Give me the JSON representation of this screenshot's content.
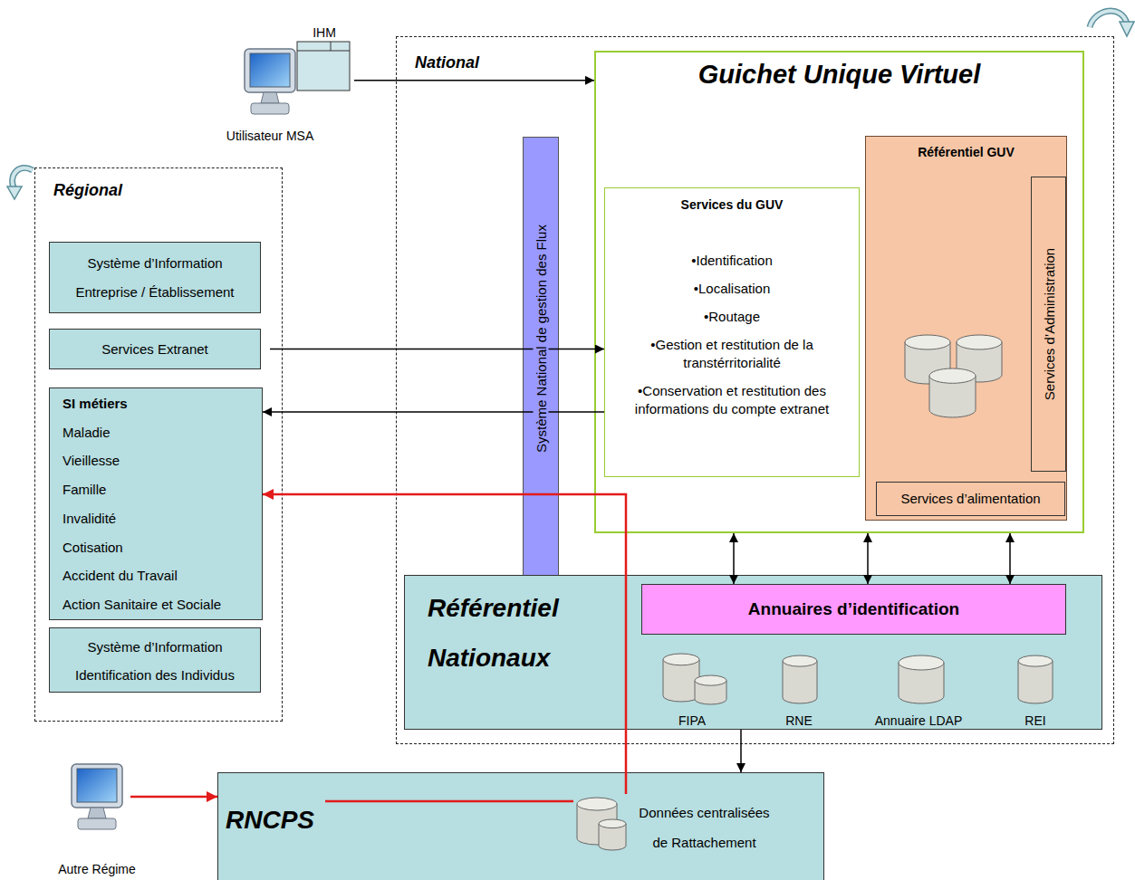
{
  "diagram": {
    "nodes": [
      {
        "text": [
          "National"
        ]
      },
      {
        "text": [
          "Guichet Unique Virtuel"
        ],
        "in": 0
      },
      {
        "text": [
          "Services du GUV",
          "•Identification",
          "•Localisation",
          "•Routage",
          "•Gestion et restitution de la transtérritorialité",
          "•Conservation et restitution des informations du compte extranet"
        ],
        "in": 1
      },
      {
        "text": [
          "Référentiel GUV"
        ],
        "in": 1
      },
      {
        "text": [
          "Services d’Administration"
        ],
        "in": 3
      },
      {
        "text": [
          "Services d’alimentation"
        ],
        "in": 3
      },
      {
        "text": [
          "Système National de gestion des Flux"
        ],
        "in": 0
      },
      {
        "text": [
          "Référentiel Nationaux"
        ],
        "in": 0
      },
      {
        "text": [
          "Annuaires d’identification"
        ],
        "in": 7
      },
      {
        "text": [
          "FIPA"
        ],
        "in": 7
      },
      {
        "text": [
          "RNE"
        ],
        "in": 7
      },
      {
        "text": [
          "Annuaire LDAP"
        ],
        "in": 7
      },
      {
        "text": [
          "REI"
        ],
        "in": 7
      },
      {
        "text": [
          "Régional"
        ]
      },
      {
        "text": [
          "Système d’Information Entreprise / Établissement"
        ],
        "in": 13
      },
      {
        "text": [
          "Services Extranet"
        ],
        "in": 13
      },
      {
        "text": [
          "SI métiers",
          "Maladie",
          "Vieillesse",
          "Famille",
          "Invalidité",
          "Cotisation",
          "Accident du Travail",
          "Action Sanitaire et Sociale"
        ],
        "in": 13
      },
      {
        "text": [
          "Système d’Information Identification des Individus"
        ],
        "in": 13
      },
      {
        "text": [
          "IHM"
        ]
      },
      {
        "text": [
          "Utilisateur MSA"
        ]
      },
      {
        "text": [
          "RNCPS"
        ]
      },
      {
        "text": [
          "Données centralisées de Rattachement"
        ],
        "in": 20
      },
      {
        "text": [
          "Autre Régime"
        ]
      }
    ],
    "edges": [
      {
        "from": 18,
        "to": 1,
        "arrow": "to"
      },
      {
        "from": 15,
        "to": 2,
        "arrow": "to"
      },
      {
        "from": 2,
        "to": 16,
        "arrow": "to"
      },
      {
        "from": 1,
        "to": 8,
        "arrow": "both"
      },
      {
        "from": 1,
        "to": 8,
        "arrow": "both"
      },
      {
        "from": 1,
        "to": 8,
        "arrow": "both"
      },
      {
        "from": 7,
        "to": 20,
        "arrow": "to"
      },
      {
        "from": 22,
        "to": 20,
        "arrow": "to"
      },
      {
        "from": 20,
        "to": 21,
        "arrow": "none"
      },
      {
        "from": 21,
        "to": 16,
        "arrow": "to"
      }
    ]
  }
}
